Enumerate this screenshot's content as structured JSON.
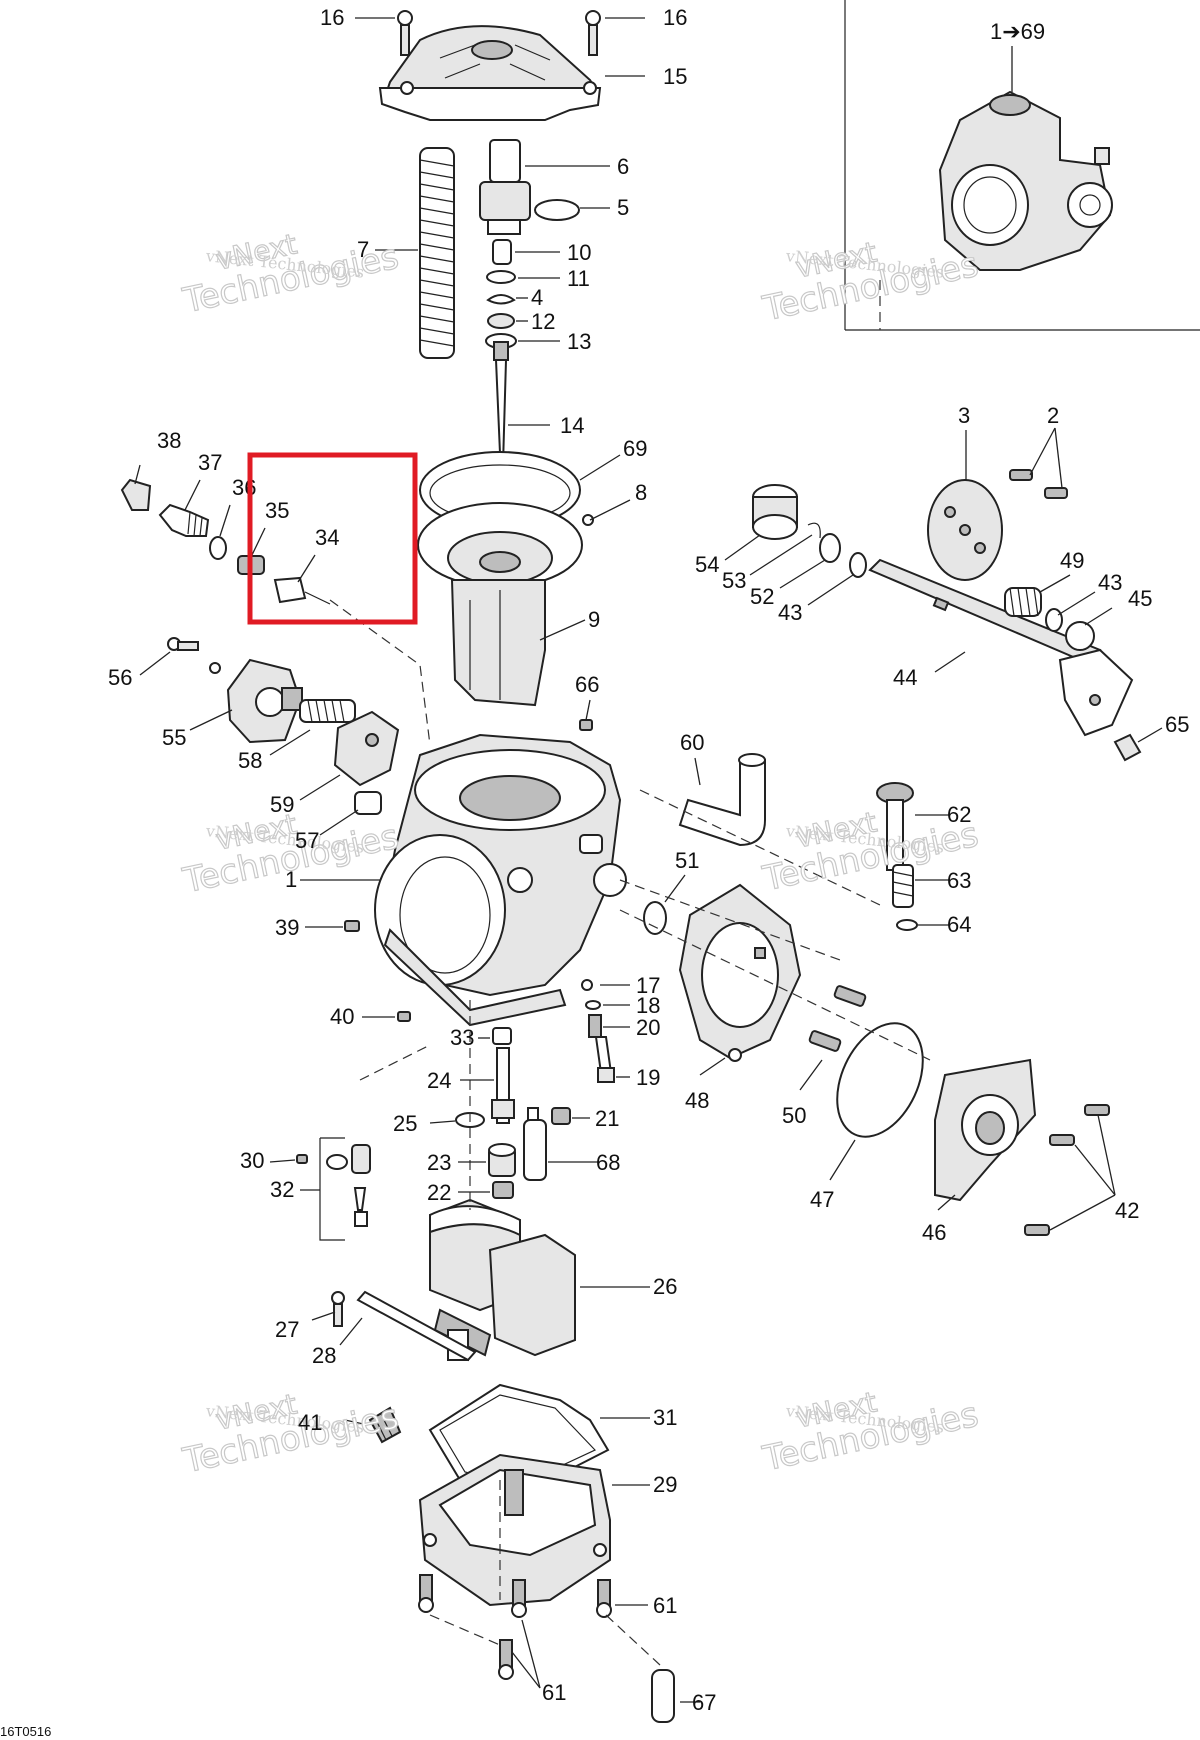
{
  "figure_code": "16T0516",
  "inset_label": "1➔69",
  "watermark": {
    "line1": "vNext Technologies",
    "line2a": "vNext",
    "line2b": "Technologies"
  },
  "highlight_box": {
    "color": "#e01b24"
  },
  "labels": [
    {
      "id": "16a",
      "text": "16"
    },
    {
      "id": "16b",
      "text": "16"
    },
    {
      "id": "15",
      "text": "15"
    },
    {
      "id": "6",
      "text": "6"
    },
    {
      "id": "5",
      "text": "5"
    },
    {
      "id": "7",
      "text": "7"
    },
    {
      "id": "10",
      "text": "10"
    },
    {
      "id": "11",
      "text": "11"
    },
    {
      "id": "4",
      "text": "4"
    },
    {
      "id": "12",
      "text": "12"
    },
    {
      "id": "13",
      "text": "13"
    },
    {
      "id": "14",
      "text": "14"
    },
    {
      "id": "69",
      "text": "69"
    },
    {
      "id": "8",
      "text": "8"
    },
    {
      "id": "9",
      "text": "9"
    },
    {
      "id": "38",
      "text": "38"
    },
    {
      "id": "37",
      "text": "37"
    },
    {
      "id": "36",
      "text": "36"
    },
    {
      "id": "35",
      "text": "35"
    },
    {
      "id": "34",
      "text": "34"
    },
    {
      "id": "56",
      "text": "56"
    },
    {
      "id": "55",
      "text": "55"
    },
    {
      "id": "58",
      "text": "58"
    },
    {
      "id": "59",
      "text": "59"
    },
    {
      "id": "57",
      "text": "57"
    },
    {
      "id": "1",
      "text": "1"
    },
    {
      "id": "39",
      "text": "39"
    },
    {
      "id": "40",
      "text": "40"
    },
    {
      "id": "66",
      "text": "66"
    },
    {
      "id": "60",
      "text": "60"
    },
    {
      "id": "51",
      "text": "51"
    },
    {
      "id": "3",
      "text": "3"
    },
    {
      "id": "2",
      "text": "2"
    },
    {
      "id": "54",
      "text": "54"
    },
    {
      "id": "53",
      "text": "53"
    },
    {
      "id": "52",
      "text": "52"
    },
    {
      "id": "43a",
      "text": "43"
    },
    {
      "id": "49",
      "text": "49"
    },
    {
      "id": "43b",
      "text": "43"
    },
    {
      "id": "45",
      "text": "45"
    },
    {
      "id": "44",
      "text": "44"
    },
    {
      "id": "65",
      "text": "65"
    },
    {
      "id": "62",
      "text": "62"
    },
    {
      "id": "63",
      "text": "63"
    },
    {
      "id": "64",
      "text": "64"
    },
    {
      "id": "17",
      "text": "17"
    },
    {
      "id": "18",
      "text": "18"
    },
    {
      "id": "20",
      "text": "20"
    },
    {
      "id": "19",
      "text": "19"
    },
    {
      "id": "33",
      "text": "33"
    },
    {
      "id": "24",
      "text": "24"
    },
    {
      "id": "25",
      "text": "25"
    },
    {
      "id": "21",
      "text": "21"
    },
    {
      "id": "23",
      "text": "23"
    },
    {
      "id": "68",
      "text": "68"
    },
    {
      "id": "22",
      "text": "22"
    },
    {
      "id": "30",
      "text": "30"
    },
    {
      "id": "32",
      "text": "32"
    },
    {
      "id": "48",
      "text": "48"
    },
    {
      "id": "50",
      "text": "50"
    },
    {
      "id": "47",
      "text": "47"
    },
    {
      "id": "46",
      "text": "46"
    },
    {
      "id": "42",
      "text": "42"
    },
    {
      "id": "26",
      "text": "26"
    },
    {
      "id": "27",
      "text": "27"
    },
    {
      "id": "28",
      "text": "28"
    },
    {
      "id": "41",
      "text": "41"
    },
    {
      "id": "31",
      "text": "31"
    },
    {
      "id": "29",
      "text": "29"
    },
    {
      "id": "61a",
      "text": "61"
    },
    {
      "id": "61b",
      "text": "61"
    },
    {
      "id": "67",
      "text": "67"
    }
  ]
}
